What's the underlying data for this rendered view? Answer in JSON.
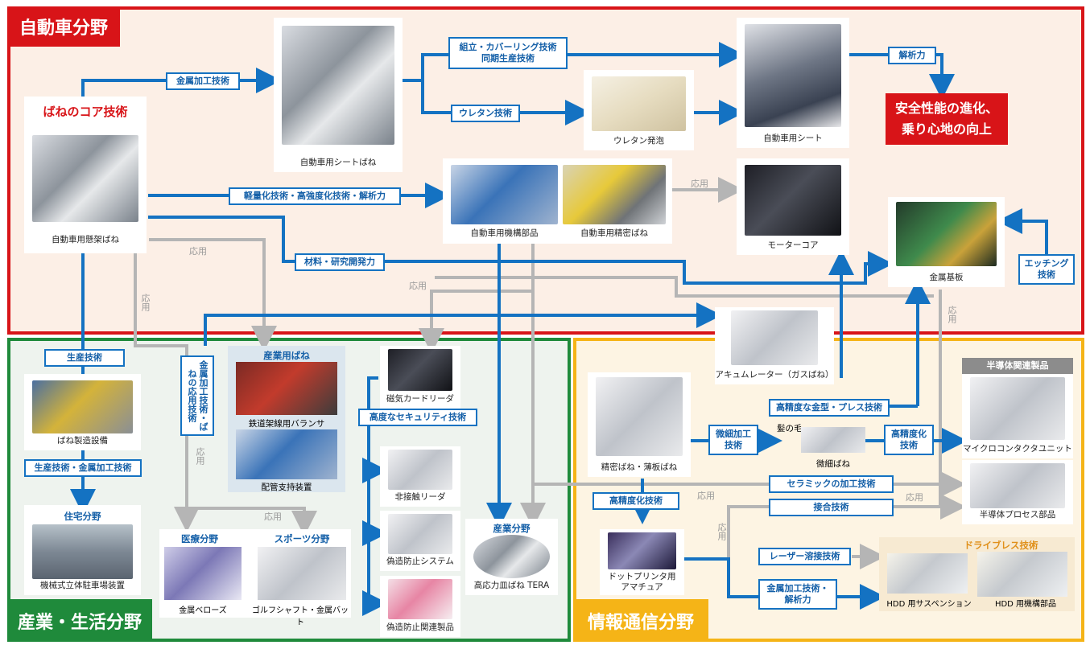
{
  "regions": {
    "automotive": "自動車分野",
    "industrial": "産業・生活分野",
    "infocomm": "情報通信分野"
  },
  "core": {
    "title": "ばねのコア技術",
    "caption": "自動車用懸架ばね"
  },
  "products": {
    "seat_spring": "自動車用シートばね",
    "urethane_foam": "ウレタン発泡",
    "car_seat": "自動車用シート",
    "mech_parts": "自動車用機構部品",
    "precision_spring": "自動車用精密ばね",
    "motor_core": "モーターコア",
    "metal_substrate": "金属基板",
    "accumulator": "アキュムレーター（ガスばね）",
    "factory": "ばね製造設備",
    "parking": "機械式立体駐車場装置",
    "rail_balancer": "鉄道架線用バランサ",
    "pipe_support": "配管支持装置",
    "bellows": "金属ベローズ",
    "golf": "ゴルフシャフト・金属バット",
    "card_reader": "磁気カードリーダ",
    "contactless": "非接触リーダ",
    "anticounterfeit_sys": "偽造防止システム",
    "anticounterfeit_prod": "偽造防止関連製品",
    "tera": "高応力皿ばね TERA",
    "precision_thin": "精密ばね・薄板ばね",
    "micro_spring": "微細ばね",
    "hair": "髪の毛",
    "micro_contactor": "マイクロコンタクタユニット",
    "semi_process": "半導体プロセス部品",
    "dot_printer": "ドットプリンタ用\nアマチュア",
    "hdd_susp": "HDD 用サスペンション",
    "hdd_mech": "HDD 用機構部品"
  },
  "section_heads": {
    "industrial_spring": "産業用ばね",
    "housing": "住宅分野",
    "medical": "医療分野",
    "sports": "スポーツ分野",
    "industry": "産業分野",
    "semi_products": "半導体関連製品",
    "drive_press": "ドライブレス技術"
  },
  "tech_labels": {
    "metalwork": "金属加工技術",
    "assembly": "組立・カバーリング技術\n同期生産技術",
    "urethane": "ウレタン技術",
    "analysis": "解析力",
    "lightweight": "軽量化技術・高強度化技術・解析力",
    "material": "材料・研究開発力",
    "etching": "エッチング\n技術",
    "production": "生産技術",
    "production_metal": "生産技術・金属加工技術",
    "spring_apply": "金属加工技術・ばねの応用技術",
    "security": "高度なセキュリティ技術",
    "high_precision_die": "高精度な金型・プレス技術",
    "micro_machining": "微細加工\n技術",
    "high_precision": "高精度化\n技術",
    "ceramic": "セラミックの加工技術",
    "bonding": "接合技術",
    "high_precision2": "高精度化技術",
    "laser": "レーザー溶接技術",
    "metal_analysis": "金属加工技術・\n解析力"
  },
  "result": "安全性能の進化、\n乗り心地の向上",
  "apply": "応用",
  "colors": {
    "auto_border": "#d81418",
    "ind_border": "#1f8a3b",
    "info_border": "#f5b417",
    "arrow_blue": "#1472c2",
    "arrow_gray": "#b5b5b5"
  }
}
